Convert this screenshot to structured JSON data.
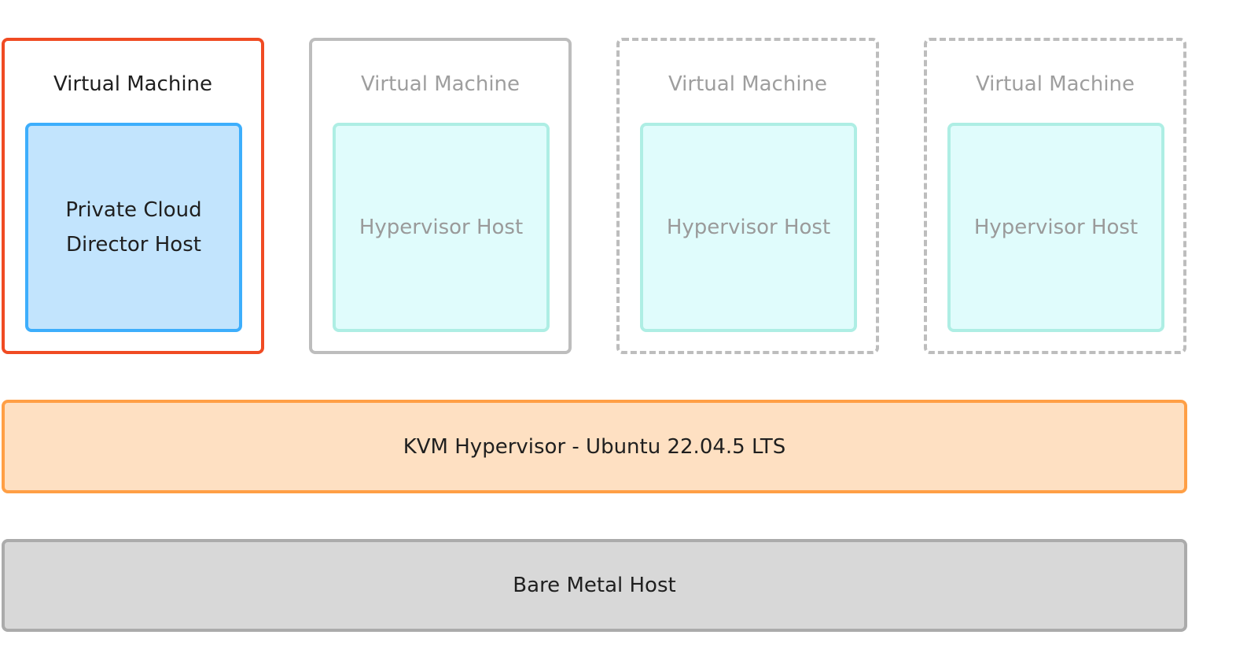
{
  "vms": [
    {
      "title": "Virtual Machine",
      "inner": "Private Cloud\nDirector Host",
      "style": "solid-highlight"
    },
    {
      "title": "Virtual Machine",
      "inner": "Hypervisor Host",
      "style": "solid"
    },
    {
      "title": "Virtual Machine",
      "inner": "Hypervisor Host",
      "style": "dashed"
    },
    {
      "title": "Virtual Machine",
      "inner": "Hypervisor Host",
      "style": "dashed"
    }
  ],
  "hypervisor_layer": {
    "label": "KVM Hypervisor - Ubuntu 22.04.5 LTS"
  },
  "bare_metal_layer": {
    "label": "Bare Metal Host"
  },
  "colors": {
    "highlight_border": "#f04b23",
    "director_host_fill": "#c2e4fd",
    "director_host_border": "#3daefc",
    "hypervisor_host_fill": "#e0fcfc",
    "hypervisor_host_border": "#aeeee4",
    "kvm_fill": "#fee0c2",
    "kvm_border": "#ff9f45",
    "bare_metal_fill": "#d8d8d8",
    "bare_metal_border": "#ababab"
  }
}
